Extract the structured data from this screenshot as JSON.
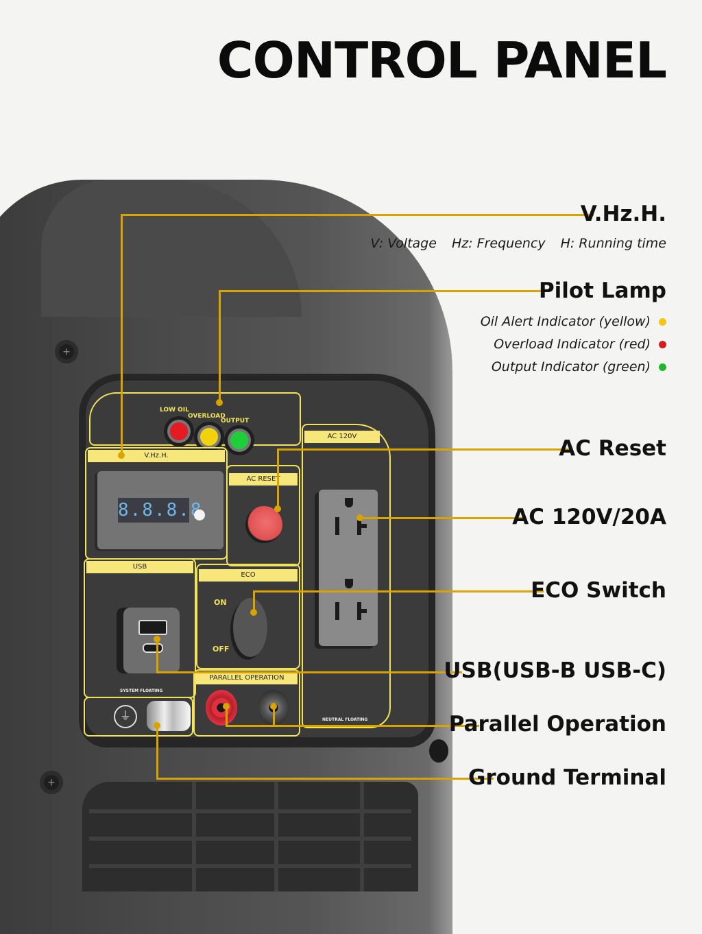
{
  "title": "CONTROL PANEL",
  "callouts": {
    "vhzh": {
      "label": "V.Hz.H.",
      "legend": [
        "V: Voltage",
        "Hz: Frequency",
        "H: Running time"
      ]
    },
    "pilot_lamp": {
      "label": "Pilot Lamp",
      "indicators": [
        {
          "text": "Oil Alert Indicator (yellow)",
          "color": "#f5c518"
        },
        {
          "text": "Overload Indicator (red)",
          "color": "#d61f1f"
        },
        {
          "text": "Output Indicator (green)",
          "color": "#1fb82a"
        }
      ]
    },
    "ac_reset": {
      "label": "AC Reset"
    },
    "ac_outlet": {
      "label": "AC 120V/20A"
    },
    "eco_switch": {
      "label": "ECO Switch"
    },
    "usb": {
      "label": "USB(USB-B USB-C)"
    },
    "parallel": {
      "label": "Parallel Operation"
    },
    "ground": {
      "label": "Ground Terminal"
    }
  },
  "panel": {
    "lamp_labels": [
      "LOW OIL",
      "OVERLOAD",
      "OUTPUT"
    ],
    "vhzh_tag": "V.Hz.H.",
    "display_value": "8.8.8.8",
    "ac_reset_tag": "AC RESET",
    "ac120_tag": "AC 120V",
    "usb_tag": "USB",
    "eco_tag": "ECO",
    "eco_on": "ON",
    "eco_off": "OFF",
    "parallel_tag": "PARALLEL OPERATION",
    "system_floating": "SYSTEM FLOATING",
    "neutral_floating": "NEUTRAL FLOATING"
  },
  "colors": {
    "leader_line": "#d9a300",
    "panel_yellow": "#f2e35a",
    "body": "#4a4a4a"
  }
}
